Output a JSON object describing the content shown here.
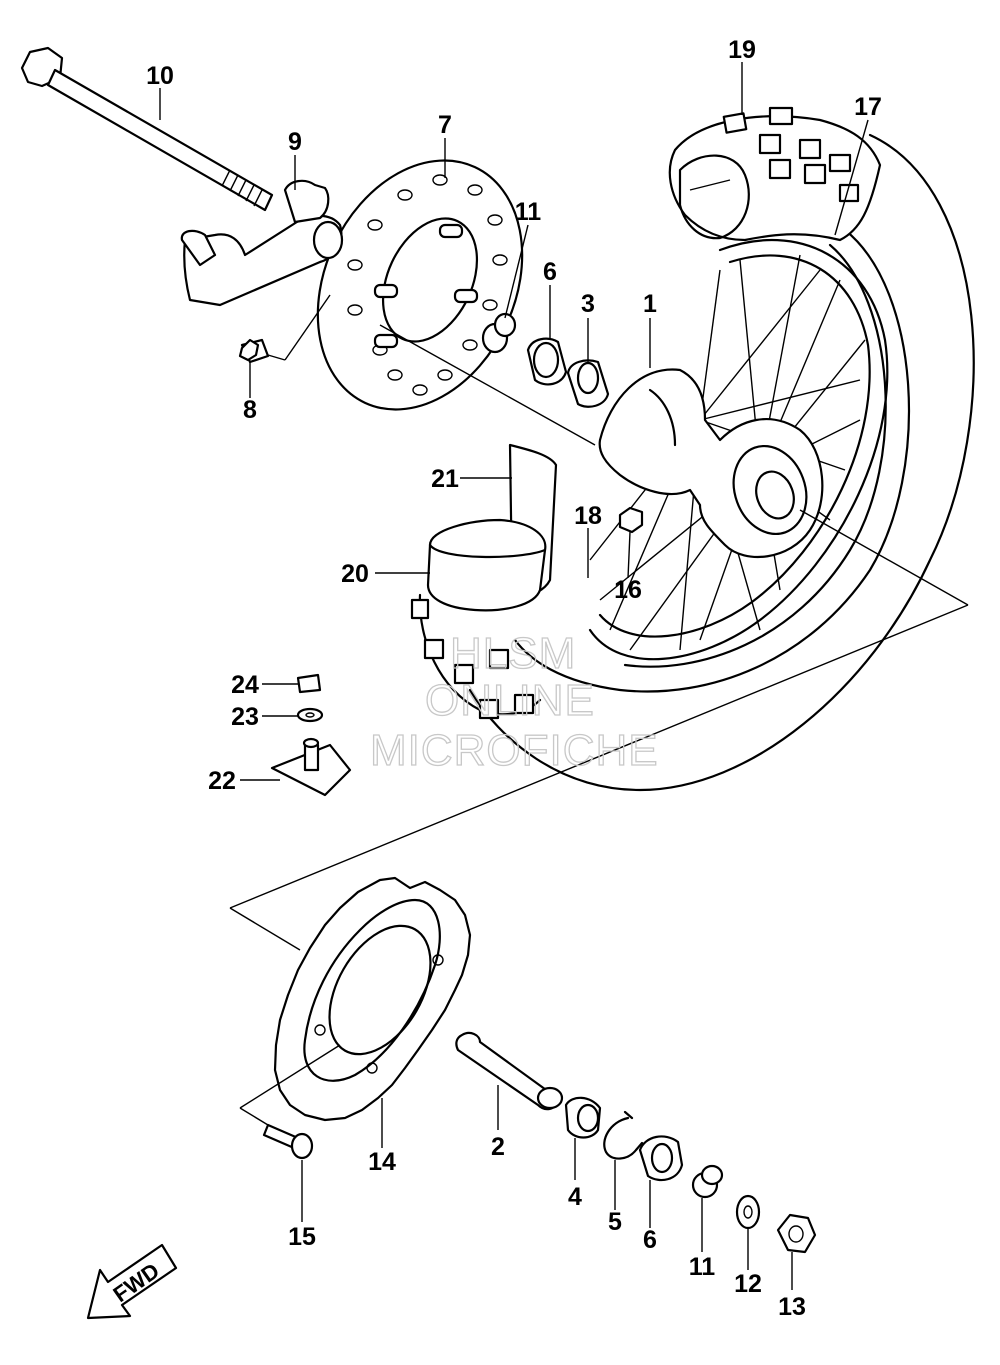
{
  "diagram": {
    "callouts": [
      "1",
      "2",
      "3",
      "4",
      "5",
      "6",
      "6",
      "7",
      "8",
      "9",
      "10",
      "11",
      "11",
      "12",
      "13",
      "14",
      "15",
      "16",
      "17",
      "18",
      "19",
      "20",
      "21",
      "22",
      "23",
      "24"
    ],
    "direction_indicator": "FWD",
    "watermark": [
      "HLSM",
      "ONLINE",
      "MICROFICHE"
    ]
  }
}
